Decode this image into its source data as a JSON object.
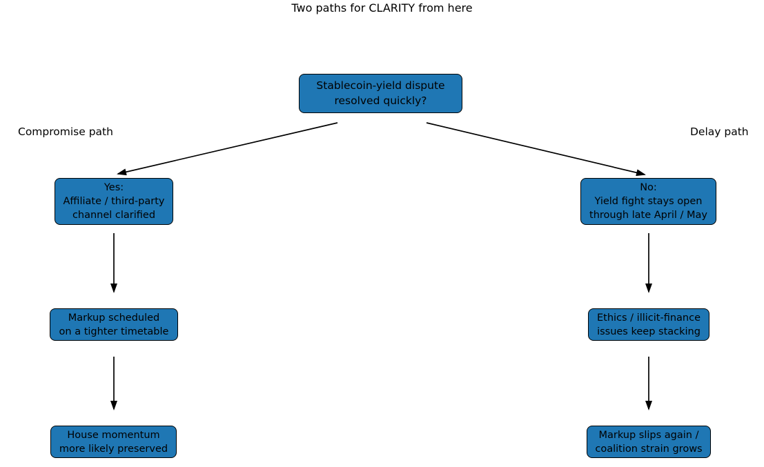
{
  "title": "Two paths for CLARITY from here",
  "colors": {
    "node_fill": "#1f77b4",
    "node_border": "#000000",
    "arrow": "#000000",
    "text": "#000000",
    "background": "#ffffff"
  },
  "branch_labels": {
    "left": "Compromise path",
    "right": "Delay path"
  },
  "nodes": {
    "root": {
      "lines": [
        "Stablecoin-yield dispute",
        "resolved quickly?"
      ]
    },
    "yes": {
      "lines": [
        "Yes:",
        "Affiliate / third-party",
        "channel clarified"
      ]
    },
    "no": {
      "lines": [
        "No:",
        "Yield fight stays open",
        "through late April / May"
      ]
    },
    "left_mid": {
      "lines": [
        "Markup scheduled",
        "on a tighter timetable"
      ]
    },
    "right_mid": {
      "lines": [
        "Ethics / illicit-finance",
        "issues keep stacking"
      ]
    },
    "left_end": {
      "lines": [
        "House momentum",
        "more likely preserved"
      ]
    },
    "right_end": {
      "lines": [
        "Markup slips again /",
        "coalition strain grows"
      ]
    }
  },
  "edges": [
    {
      "from": "root",
      "to": "yes"
    },
    {
      "from": "root",
      "to": "no"
    },
    {
      "from": "yes",
      "to": "left_mid"
    },
    {
      "from": "left_mid",
      "to": "left_end"
    },
    {
      "from": "no",
      "to": "right_mid"
    },
    {
      "from": "right_mid",
      "to": "right_end"
    }
  ]
}
